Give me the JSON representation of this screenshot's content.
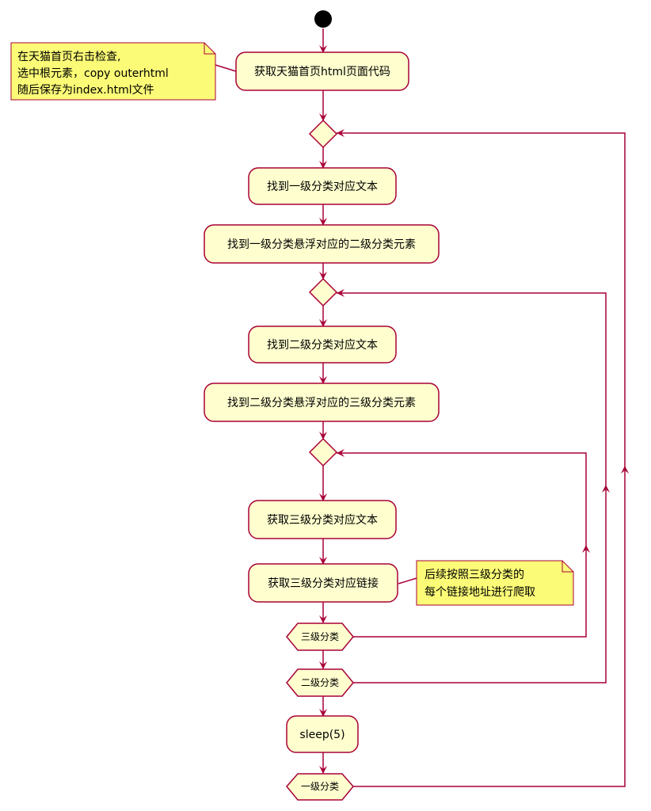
{
  "colors": {
    "line": "#A80036",
    "fill": "#FEFECE",
    "note_fill": "#FBFB77",
    "note_border": "#A80036",
    "start": "#000000"
  },
  "nodes": {
    "start": {
      "shape": "start-circle"
    },
    "get_html": {
      "label": "获取天猫首页html页面代码"
    },
    "find_l1_text": {
      "label": "找到一级分类对应文本"
    },
    "find_l2_elements": {
      "label": "找到一级分类悬浮对应的二级分类元素"
    },
    "find_l2_text": {
      "label": "找到二级分类对应文本"
    },
    "find_l3_elements": {
      "label": "找到二级分类悬浮对应的三级分类元素"
    },
    "get_l3_text": {
      "label": "获取三级分类对应文本"
    },
    "get_l3_link": {
      "label": "获取三级分类对应链接"
    },
    "sleep": {
      "label": "sleep(5)"
    }
  },
  "loops": {
    "l3": {
      "label": "三级分类"
    },
    "l2": {
      "label": "二级分类"
    },
    "l1": {
      "label": "一级分类"
    }
  },
  "notes": {
    "save_html": {
      "lines": [
        "在天猫首页右击检查,",
        "选中根元素，copy outerhtml",
        "随后保存为index.html文件"
      ]
    },
    "crawl": {
      "lines": [
        "后续按照三级分类的",
        "每个链接地址进行爬取"
      ]
    }
  }
}
